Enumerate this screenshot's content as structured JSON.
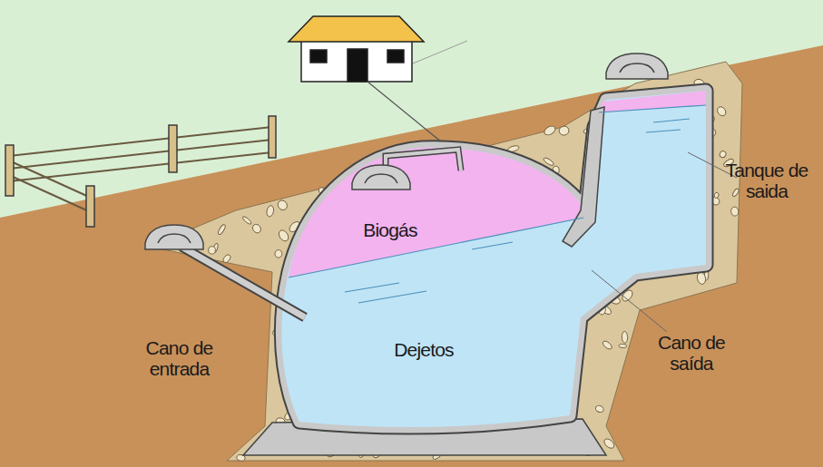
{
  "diagram": {
    "labels": [
      "Biogás",
      "Dejetos",
      "Cano de entrada",
      "Cano de saída",
      "Tanque de saida"
    ]
  }
}
